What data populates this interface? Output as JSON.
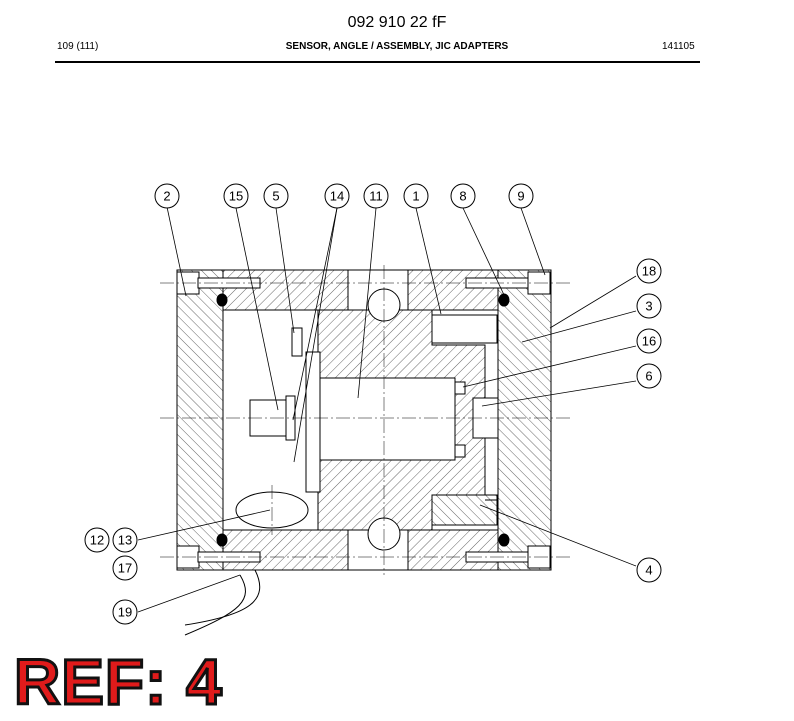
{
  "header": {
    "doc_number": "092 910 22 fF",
    "page": "109 (111)",
    "title": "SENSOR, ANGLE / ASSEMBLY, JIC ADAPTERS",
    "code": "141105"
  },
  "callouts": [
    {
      "label": "2"
    },
    {
      "label": "15"
    },
    {
      "label": "5"
    },
    {
      "label": "14"
    },
    {
      "label": "11"
    },
    {
      "label": "1"
    },
    {
      "label": "8"
    },
    {
      "label": "9"
    },
    {
      "label": "18"
    },
    {
      "label": "3"
    },
    {
      "label": "16"
    },
    {
      "label": "6"
    },
    {
      "label": "4"
    },
    {
      "label": "12"
    },
    {
      "label": "13"
    },
    {
      "label": "17"
    },
    {
      "label": "19"
    }
  ],
  "ref_label": "REF: 4",
  "colors": {
    "ref_fill": "#e01b1b",
    "line": "#000000"
  }
}
